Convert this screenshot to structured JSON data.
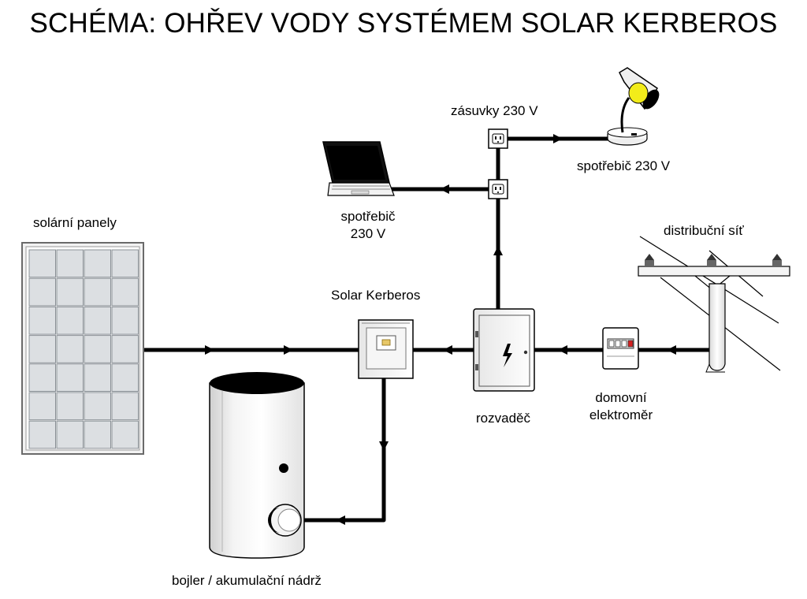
{
  "title": "SCHÉMA: OHŘEV VODY SYSTÉMEM SOLAR KERBEROS",
  "labels": {
    "solar_panels": "solární panely",
    "solar_kerberos": "Solar Kerberos",
    "switchboard": "rozvaděč",
    "meter_line1": "domovní",
    "meter_line2": "elektroměr",
    "grid": "distribuční síť",
    "sockets": "zásuvky 230 V",
    "appliance_lamp": "spotřebič 230 V",
    "appliance_laptop_line1": "spotřebič",
    "appliance_laptop_line2": "230 V",
    "boiler": "bojler / akumulační nádrž"
  },
  "icons": {
    "switchboard_symbol": "lightning-bolt",
    "socket_symbol": "socket-outlet",
    "arrow_symbol": "arrowhead"
  },
  "colors": {
    "line": "#000000",
    "lamp_bulb": "#f2ec1a",
    "meter_indicator": "#d42020",
    "kerberos_display": "#e8c868",
    "panel_cell": "#dcdfe2",
    "panel_frame": "#f2f2f2"
  }
}
